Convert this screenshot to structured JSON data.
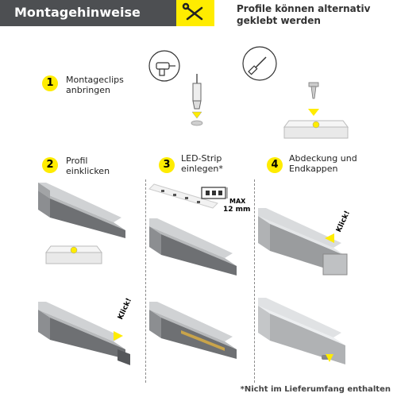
{
  "header": {
    "title": "Montagehinweise",
    "alt_note_line1": "Profile können alternativ",
    "alt_note_line2": "geklebt werden"
  },
  "steps": [
    {
      "number": "1",
      "line1": "Montageclips",
      "line2": "anbringen"
    },
    {
      "number": "2",
      "line1": "Profil",
      "line2": "einklicken"
    },
    {
      "number": "3",
      "line1": "LED-Strip",
      "line2": "einlegen*"
    },
    {
      "number": "4",
      "line1": "Abdeckung und",
      "line2": "Endkappen"
    }
  ],
  "labels": {
    "klick": "Klick!",
    "max_label": "MAX",
    "max_value": "12 mm"
  },
  "footnote": "*Nicht im Lieferumfang enthalten",
  "colors": {
    "accent": "#ffec00",
    "header_bg": "#4d4f52",
    "profile": "#9a9c9e",
    "profile_dark": "#6e7073"
  },
  "icons": [
    "wrench-screwdriver-icon",
    "drill-icon",
    "screwdriver-icon",
    "wall-plug-icon",
    "screw-icon",
    "down-arrow-icon",
    "klick-arrow-icon"
  ]
}
